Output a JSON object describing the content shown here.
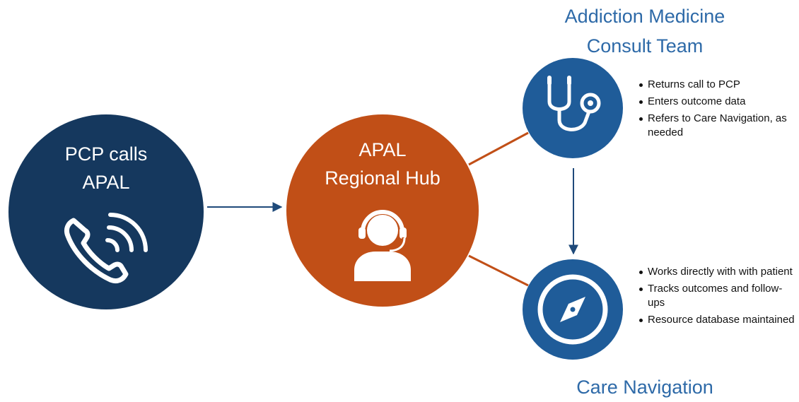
{
  "nodes": {
    "pcp": {
      "label_line1": "PCP calls",
      "label_line2": "APAL",
      "icon": "phone-ringing-icon",
      "color": "#15385e"
    },
    "hub": {
      "label_line1": "APAL",
      "label_line2": "Regional Hub",
      "icon": "headset-operator-icon",
      "color": "#c14f17"
    },
    "consult": {
      "title_line1": "Addiction Medicine",
      "title_line2": "Consult Team",
      "icon": "stethoscope-icon",
      "color": "#1f5c99",
      "bullets": [
        "Returns call to PCP",
        "Enters outcome data",
        "Refers to Care Navigation, as needed"
      ]
    },
    "navigation": {
      "title": "Care Navigation",
      "icon": "compass-icon",
      "color": "#1f5c99",
      "bullets": [
        "Works directly with with patient",
        "Tracks outcomes and follow-ups",
        "Resource database maintained"
      ]
    }
  },
  "colors": {
    "title_text": "#2e6aa8",
    "arrow": "#1f4a7a",
    "connector": "#c14f17"
  },
  "edges": [
    {
      "from": "pcp",
      "to": "hub",
      "style": "arrow"
    },
    {
      "from": "hub",
      "to": "consult",
      "style": "line"
    },
    {
      "from": "hub",
      "to": "navigation",
      "style": "line"
    },
    {
      "from": "consult",
      "to": "navigation",
      "style": "arrow"
    }
  ]
}
